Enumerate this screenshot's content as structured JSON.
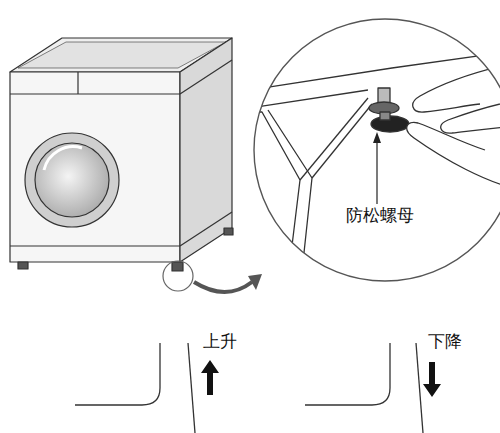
{
  "diagram": {
    "labels": [
      "防松螺母",
      "上升",
      "下降"
    ]
  }
}
